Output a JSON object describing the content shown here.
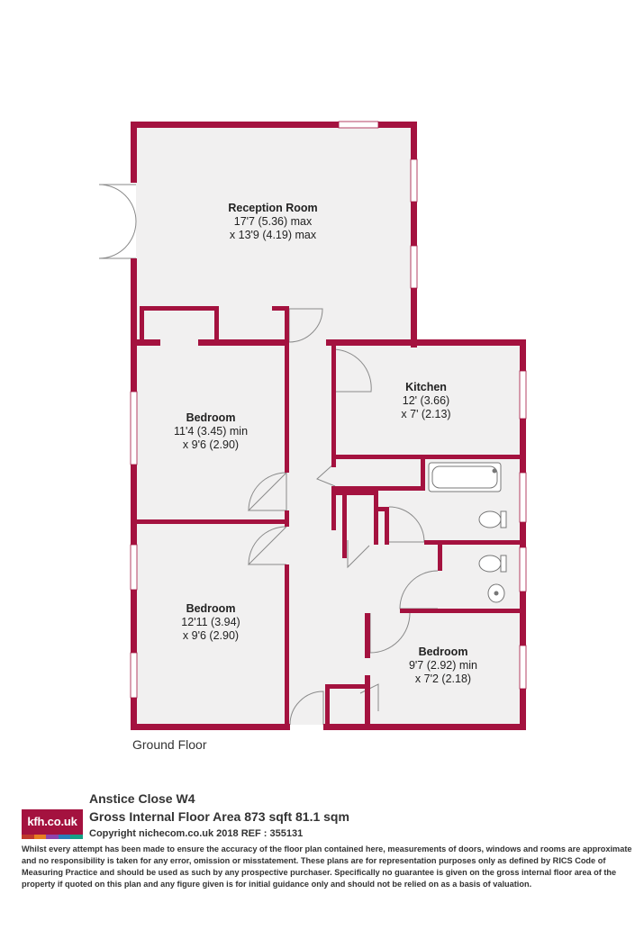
{
  "rooms": {
    "reception": {
      "name": "Reception Room",
      "dim1": "17'7 (5.36) max",
      "dim2": "x 13'9 (4.19) max"
    },
    "kitchen": {
      "name": "Kitchen",
      "dim1": "12' (3.66)",
      "dim2": "x 7' (2.13)"
    },
    "bedroom1": {
      "name": "Bedroom",
      "dim1": "11'4 (3.45) min",
      "dim2": "x 9'6 (2.90)"
    },
    "bedroom2": {
      "name": "Bedroom",
      "dim1": "12'11 (3.94)",
      "dim2": "x 9'6 (2.90)"
    },
    "bedroom3": {
      "name": "Bedroom",
      "dim1": "9'7 (2.92) min",
      "dim2": "x 7'2 (2.18)"
    }
  },
  "floor_label": "Ground Floor",
  "brand": {
    "logo_text": "kfh.co.uk",
    "bar_colors": [
      "#c0392b",
      "#e67e22",
      "#8e44ad",
      "#2980b9",
      "#16a085"
    ]
  },
  "colors": {
    "wall": "#a4123f",
    "floor": "#f1f0f0"
  },
  "footer": {
    "address": "Anstice Close  W4",
    "area": "Gross Internal Floor Area 873 sqft 81.1 sqm",
    "copyright": "Copyright nichecom.co.uk 2018 REF : 355131",
    "disclaimer": "Whilst every attempt has been made to ensure the accuracy of the floor plan contained here, measurements of doors, windows and rooms are approximate and no responsibility is taken for any error, omission or misstatement.  These plans are for representation purposes only as defined by RICS Code of Measuring Practice and should be used as such by any prospective purchaser.  Specifically no guarantee is given on the gross internal floor area of the property if quoted on this plan and any figure given is for initial guidance only and should not be relied on as a basis of valuation."
  }
}
